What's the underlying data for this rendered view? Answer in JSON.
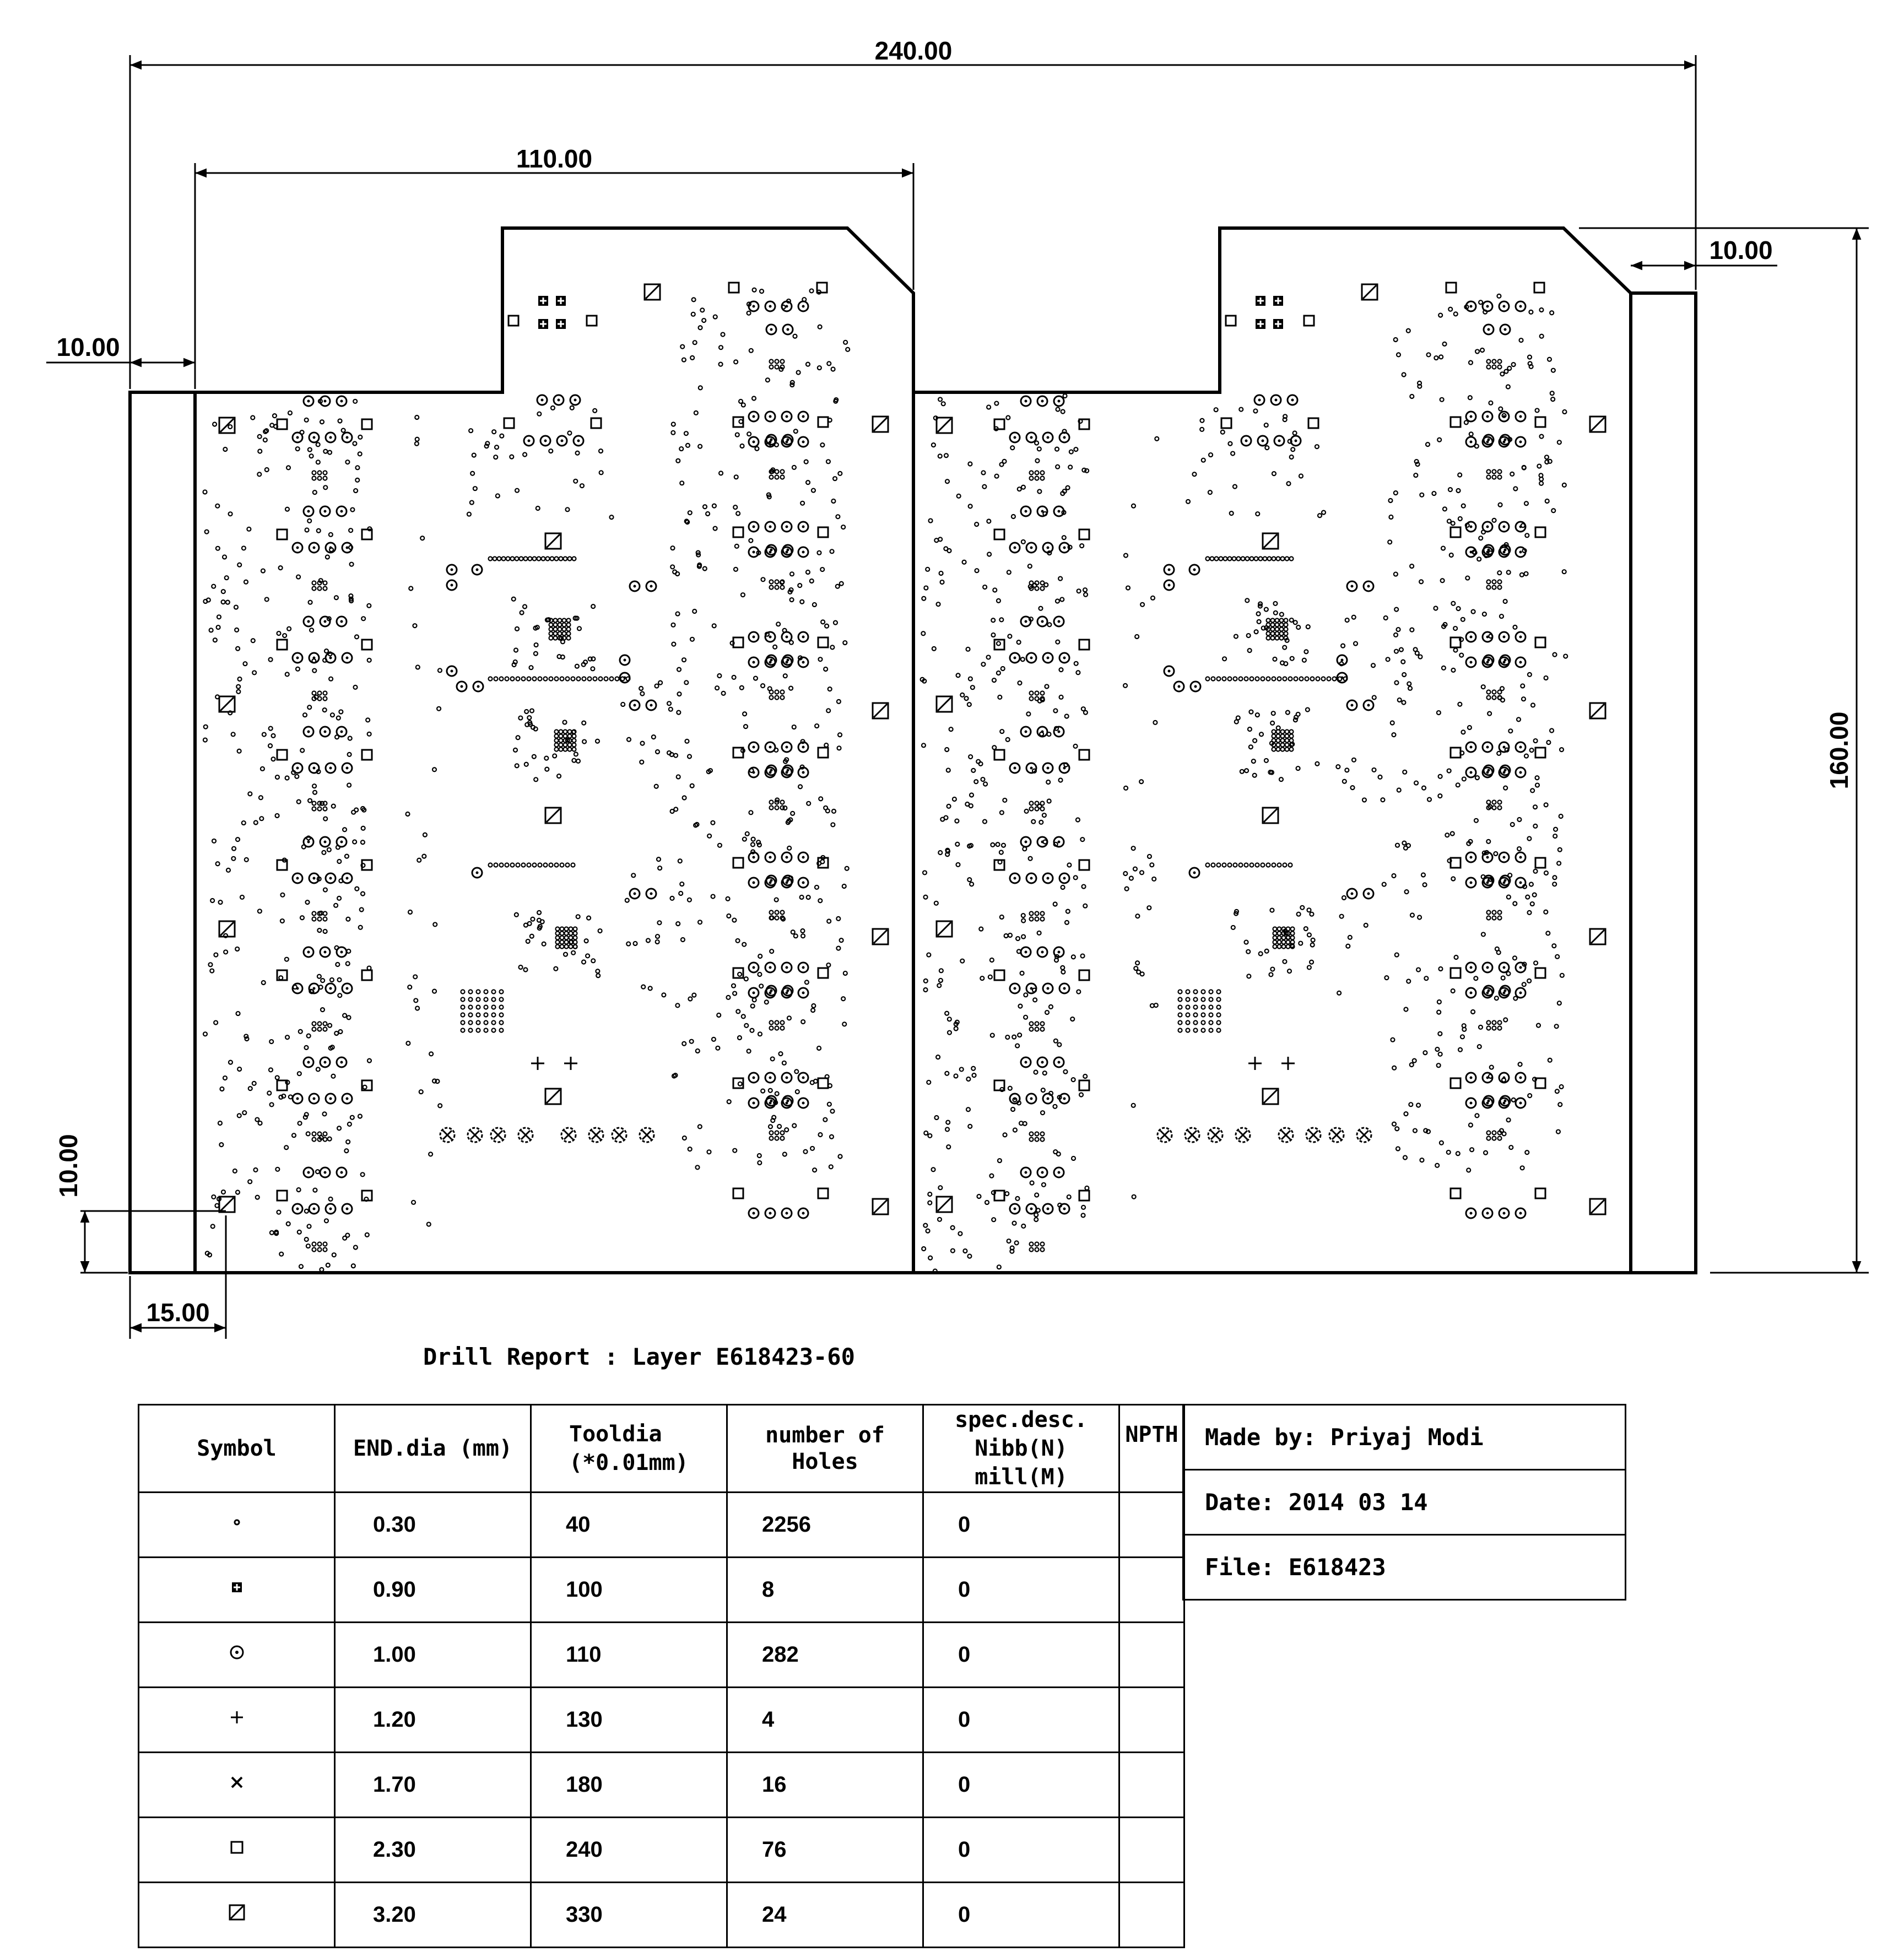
{
  "dimensions": {
    "overall_width": "240.00",
    "panel_width": "110.00",
    "left_rail": "10.00",
    "right_rail": "10.00",
    "overall_height": "160.00",
    "fiducial_height": "10.00",
    "fiducial_offset": "15.00"
  },
  "report": {
    "title": "Drill Report : Layer E618423-60",
    "headers": {
      "symbol": "Symbol",
      "end_dia": "END.dia (mm)",
      "tooldia_1": "Tooldia",
      "tooldia_2": "(*0.01mm)",
      "holes_1": "number of",
      "holes_2": "Holes",
      "spec_1": "spec.desc.",
      "spec_2": "Nibb(N) mill(M)",
      "npth": "NPTH"
    },
    "rows": [
      {
        "symbol": "small-dot",
        "end_dia": "0.30",
        "tooldia": "40",
        "holes": "2256",
        "spec": "0",
        "npth": ""
      },
      {
        "symbol": "square-plus",
        "end_dia": "0.90",
        "tooldia": "100",
        "holes": "8",
        "spec": "0",
        "npth": ""
      },
      {
        "symbol": "circle-dot",
        "end_dia": "1.00",
        "tooldia": "110",
        "holes": "282",
        "spec": "0",
        "npth": ""
      },
      {
        "symbol": "plus",
        "end_dia": "1.20",
        "tooldia": "130",
        "holes": "4",
        "spec": "0",
        "npth": ""
      },
      {
        "symbol": "cross",
        "end_dia": "1.70",
        "tooldia": "180",
        "holes": "16",
        "spec": "0",
        "npth": ""
      },
      {
        "symbol": "square",
        "end_dia": "2.30",
        "tooldia": "240",
        "holes": "76",
        "spec": "0",
        "npth": ""
      },
      {
        "symbol": "square-slash",
        "end_dia": "3.20",
        "tooldia": "330",
        "holes": "24",
        "spec": "0",
        "npth": ""
      }
    ]
  },
  "info": {
    "made_by": "Made by: Priyaj Modi",
    "date": "Date: 2014 03 14",
    "file": "File: E618423"
  },
  "colors": {
    "ink": "#000000",
    "paper": "#ffffff"
  }
}
